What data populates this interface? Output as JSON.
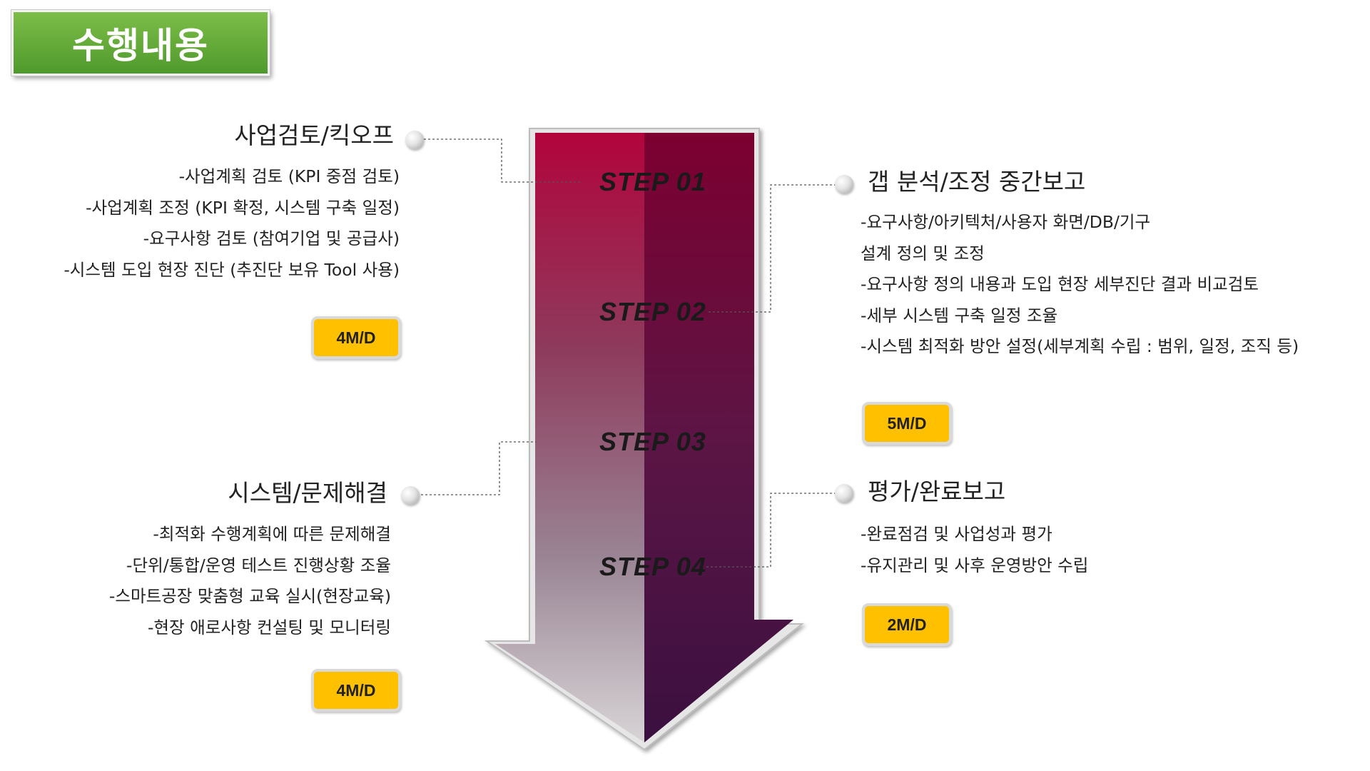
{
  "page_title": "수행내용",
  "steps": [
    {
      "label": "STEP 01",
      "title": "사업검토/킥오프",
      "items": [
        "-사업계획 검토 (KPI 중점 검토)",
        "-사업계획 조정 (KPI 확정, 시스템 구축 일정)",
        "-요구사항 검토 (참여기업 및 공급사)",
        "-시스템 도입 현장 진단 (추진단 보유 Tool 사용)"
      ],
      "effort": "4M/D"
    },
    {
      "label": "STEP 02",
      "title": "갭 분석/조정 중간보고",
      "items": [
        "-요구사항/아키텍처/사용자 화면/DB/기구",
        "설계 정의 및 조정",
        "-요구사항 정의 내용과 도입 현장 세부진단 결과 비교검토",
        "-세부 시스템 구축 일정 조율",
        "-시스템 최적화 방안 설정(세부계획 수립 : 범위, 일정, 조직 등)"
      ],
      "effort": "5M/D"
    },
    {
      "label": "STEP 03",
      "title": "시스템/문제해결",
      "items": [
        "-최적화 수행계획에 따른 문제해결",
        "-단위/통합/운영 테스트 진행상황 조율",
        "-스마트공장 맞춤형 교육 실시(현장교육)",
        "-현장 애로사항 컨설팅 및 모니터링"
      ],
      "effort": "4M/D"
    },
    {
      "label": "STEP 04",
      "title": "평가/완료보고",
      "items": [
        "-완료점검 및 사업성과 평가",
        "-유지관리 및 사후 운영방안 수립"
      ],
      "effort": "2M/D"
    }
  ],
  "colors": {
    "title_bg": "#5ea535",
    "arrow_top": "#b2043c",
    "arrow_bottom_dark": "#3f1340",
    "badge": "#ffc000"
  }
}
